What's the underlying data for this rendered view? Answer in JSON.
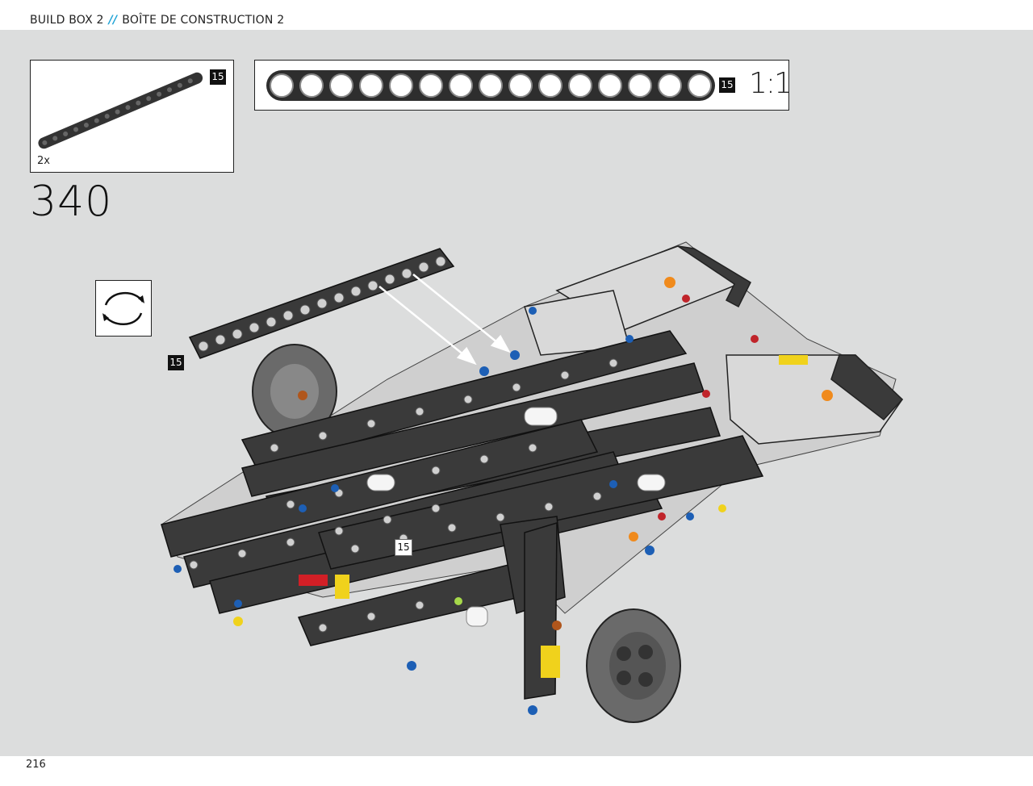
{
  "header": {
    "left": "BUILD BOX 2",
    "separator": "//",
    "right": "BOÎTE DE CONSTRUCTION 2"
  },
  "parts_callout": {
    "quantity": "2x",
    "part_length": "15"
  },
  "scale_bar": {
    "part_length": "15",
    "scale": "1:1"
  },
  "step": {
    "number": "340",
    "beam_label": "15",
    "model_label": "15"
  },
  "rotate_icon": "rotate-arrows-icon",
  "footer": {
    "page_number": "216"
  },
  "colors": {
    "background": "#dcdddd",
    "beam": "#3a3a3a",
    "frame": "#d7d7d7",
    "accent_blue": "#1fa3d6"
  }
}
